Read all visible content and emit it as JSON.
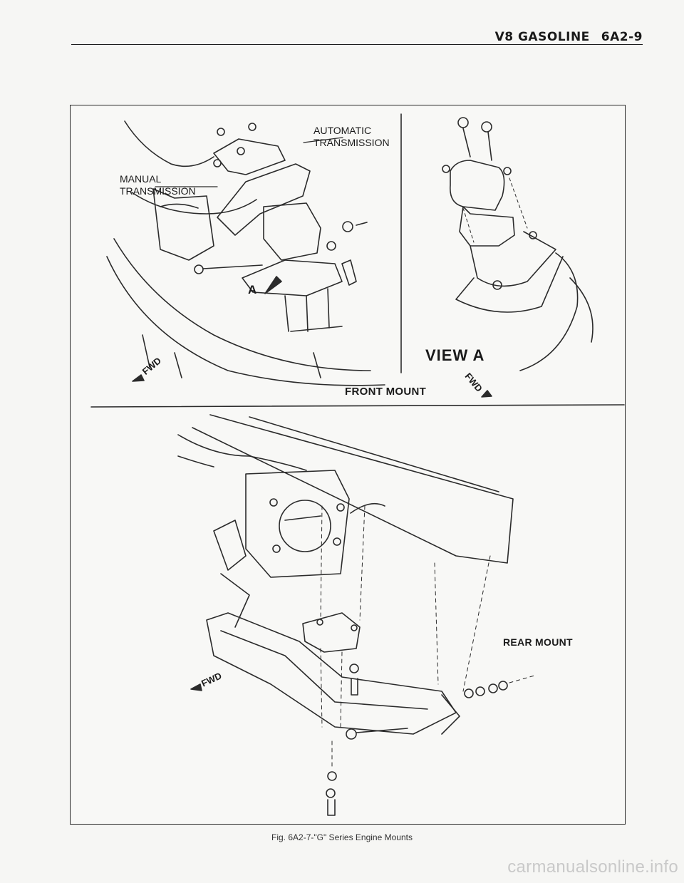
{
  "header": {
    "section": "V8 GASOLINE",
    "page": "6A2-9"
  },
  "figure": {
    "labels": {
      "automatic_transmission": [
        "AUTOMATIC",
        "TRANSMISSION"
      ],
      "manual_transmission": [
        "MANUAL",
        "TRANSMISSION"
      ],
      "arrow_a": "A",
      "fwd": "FWD",
      "front_mount": "FRONT MOUNT",
      "view_a": "VIEW A",
      "rear_mount": "REAR MOUNT"
    },
    "caption": "Fig. 6A2-7-\"G\" Series Engine Mounts"
  },
  "footer": {
    "watermark": "carmanualsonline.info"
  }
}
